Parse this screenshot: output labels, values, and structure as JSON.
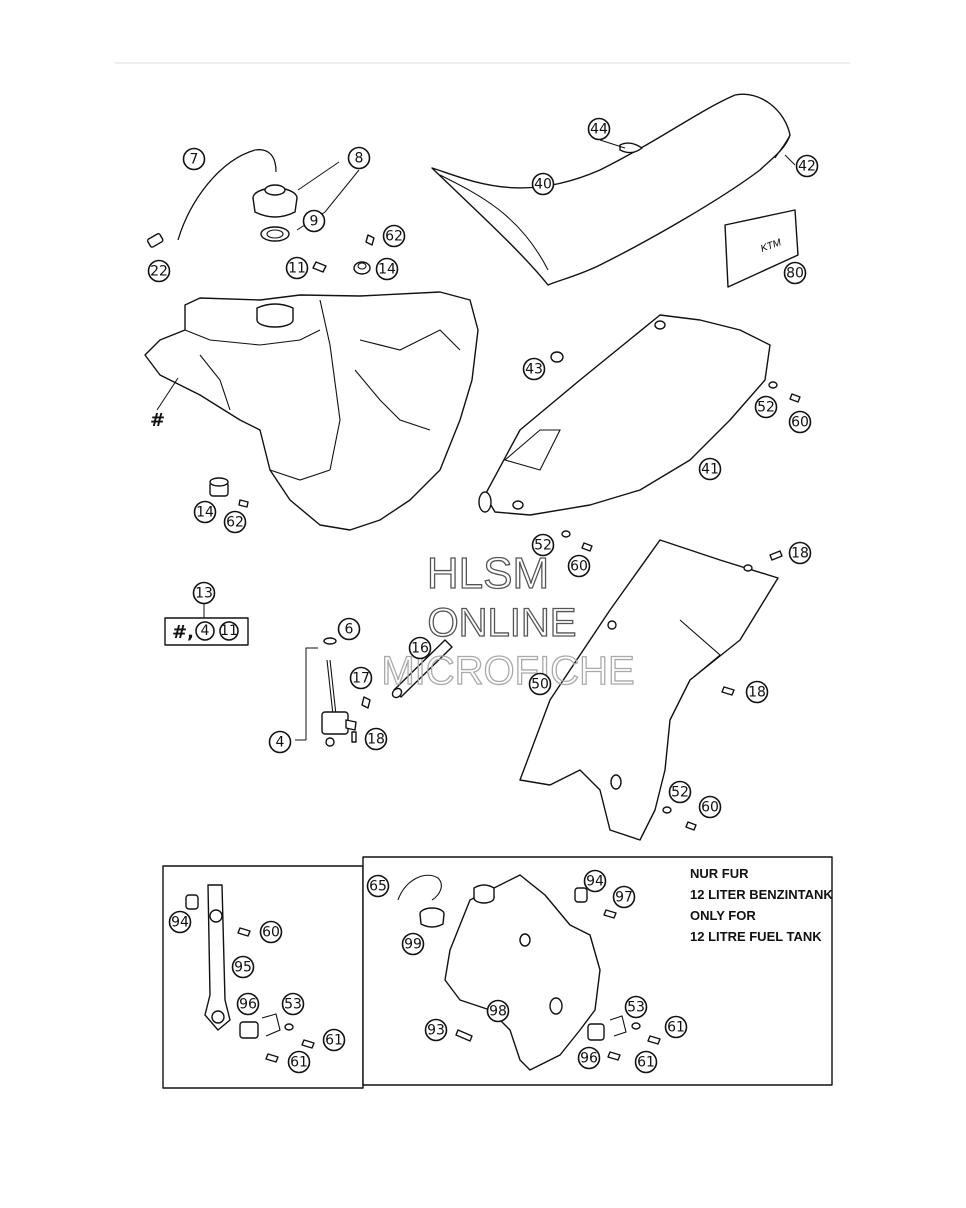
{
  "hash_symbol": "#",
  "kit_label": {
    "number": "13",
    "prefix": "#,",
    "parts": [
      "4",
      "11"
    ]
  },
  "inset_note": [
    "NUR FUR",
    "12 LITER BENZINTANK",
    "ONLY FOR",
    "12 LITRE FUEL TANK"
  ],
  "watermark": [
    "HLSM",
    "ONLINE",
    "MICROFICHE"
  ],
  "callouts": [
    "44",
    "40",
    "42",
    "80",
    "7",
    "8",
    "9",
    "22",
    "62",
    "11",
    "14",
    "43",
    "52",
    "60",
    "41",
    "14",
    "62",
    "52",
    "60",
    "18",
    "13",
    "6",
    "16",
    "17",
    "4",
    "18",
    "50",
    "18",
    "52",
    "60",
    "65",
    "94",
    "97",
    "99",
    "98",
    "93",
    "53",
    "61",
    "96",
    "61",
    "94",
    "60",
    "95",
    "96",
    "53",
    "61",
    "61"
  ],
  "colors": {
    "line": "#111111",
    "background": "#ffffff",
    "watermark": "#555555"
  }
}
